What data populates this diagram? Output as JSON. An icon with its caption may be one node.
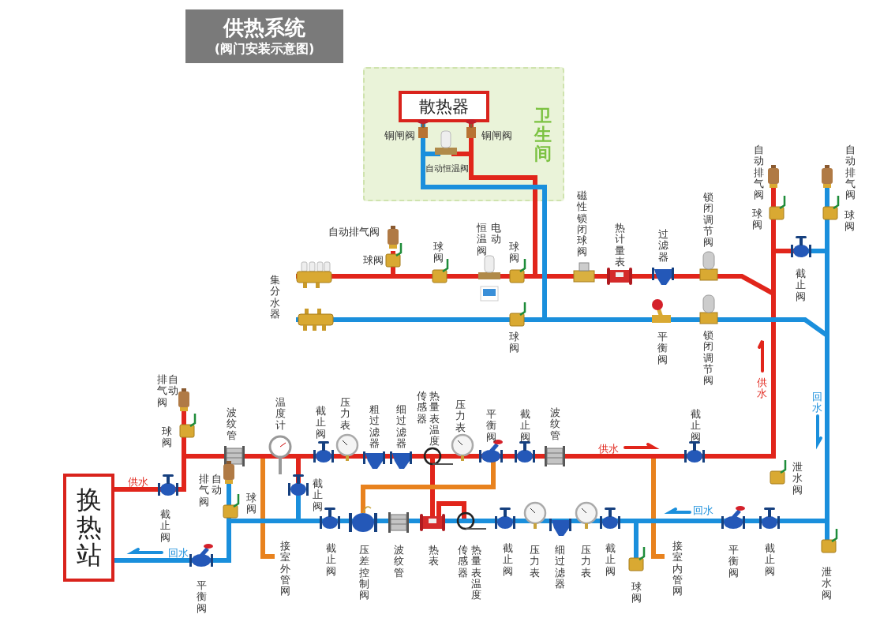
{
  "diagram": {
    "title": "供热系统",
    "nodes": [
      {
        "text": [
          "卫生间"
        ]
      },
      {
        "text": [
          "散热器"
        ],
        "in": 0
      },
      {
        "text": [
          "换热站"
        ]
      }
    ],
    "edges": [
      {
        "from": 2,
        "to": 1,
        "arrow": "none",
        "color": "#e1251b"
      },
      {
        "from": 1,
        "to": 2,
        "arrow": "none",
        "color": "#1a8fdc"
      }
    ],
    "labels": [
      "(阀门安装示意图)",
      "铜闸阀",
      "铜闸阀",
      "自动恒温阀",
      "自动排气阀",
      "球阀",
      "球阀",
      "电动",
      "恒温阀",
      "球阀",
      "集分水器",
      "球阀",
      "磁性锁闭球阀",
      "热计量表",
      "过滤器",
      "锁闭调节阀",
      "平衡阀",
      "锁闭调节阀",
      "自动排气阀",
      "球阀",
      "自动排气阀",
      "球阀",
      "截止阀",
      "供水",
      "回水",
      "自动",
      "排气阀",
      "球阀",
      "波纹管",
      "温度计",
      "截止阀",
      "压力表",
      "粗过滤器",
      "细过滤器",
      "热量表温度",
      "传感器",
      "压力表",
      "平衡阀",
      "截止阀",
      "波纹管",
      "供水",
      "截止阀",
      "泄水阀",
      "供水",
      "截止阀",
      "自动",
      "排气阀",
      "球阀",
      "截止阀",
      "回水",
      "平衡阀",
      "接室外管网",
      "截止阀",
      "压差控制阀",
      "波纹管",
      "热表",
      "热量表温度",
      "传感器",
      "截止阀",
      "压力表",
      "细过滤器",
      "压力表",
      "截止阀",
      "回水",
      "球阀",
      "接室内管网",
      "平衡阀",
      "截止阀",
      "泄水阀"
    ]
  }
}
